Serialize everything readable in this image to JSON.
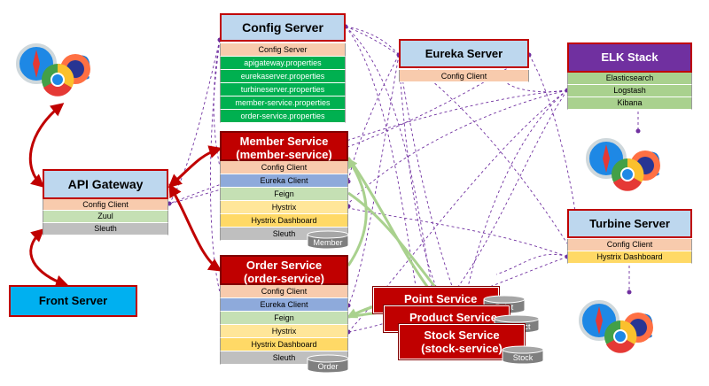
{
  "config_server": {
    "title": "Config Server",
    "items": [
      "Config Server",
      "apigateway.properties",
      "eurekaserver.properties",
      "turbineserver.properties",
      "member-service.properties",
      "order-service.properties"
    ]
  },
  "eureka_server": {
    "title": "Eureka Server",
    "items": [
      "Config Client"
    ]
  },
  "elk_stack": {
    "title": "ELK Stack",
    "items": [
      "Elasticsearch",
      "Logstash",
      "Kibana"
    ]
  },
  "api_gateway": {
    "title": "API Gateway",
    "items": [
      "Config Client",
      "Zuul",
      "Sleuth"
    ]
  },
  "front_server": {
    "title": "Front Server"
  },
  "member_service": {
    "title": "Member Service",
    "subtitle": "(member-service)",
    "items": [
      "Config Client",
      "Eureka Client",
      "Feign",
      "Hystrix",
      "Hystrix Dashboard",
      "Sleuth"
    ],
    "db": "Member"
  },
  "order_service": {
    "title": "Order Service",
    "subtitle": "(order-service)",
    "items": [
      "Config Client",
      "Eureka Client",
      "Feign",
      "Hystrix",
      "Hystrix Dashboard",
      "Sleuth"
    ],
    "db": "Order"
  },
  "point_service": {
    "title": "Point Service",
    "db": "Point"
  },
  "product_service": {
    "title": "Product Service",
    "db": "Product"
  },
  "stock_service": {
    "title": "Stock Service",
    "subtitle": "(stock-service)",
    "db": "Stock"
  },
  "turbine_server": {
    "title": "Turbine Server",
    "items": [
      "Config Client",
      "Hystrix Dashboard"
    ]
  },
  "colors": {
    "red": "#c00000",
    "purple": "#7030a0",
    "green": "#a9d18e",
    "blue_header": "#bdd7ee",
    "front_blue": "#00b0f0"
  },
  "icons": [
    "browser-cluster-icon",
    "safari-icon",
    "chrome-icon",
    "firefox-icon",
    "ie-icon",
    "database-icon"
  ]
}
